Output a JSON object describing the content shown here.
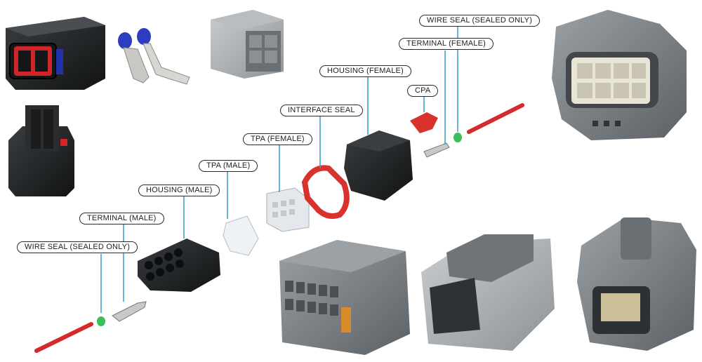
{
  "labels": {
    "wire_seal_female": "WIRE SEAL (SEALED ONLY)",
    "terminal_female": "TERMINAL (FEMALE)",
    "housing_female": "HOUSING (FEMALE)",
    "cpa": "CPA",
    "interface_seal": "INTERFACE SEAL",
    "tpa_female": "TPA (FEMALE)",
    "tpa_male": "TPA (MALE)",
    "housing_male": "HOUSING (MALE)",
    "terminal_male": "TERMINAL (MALE)",
    "wire_seal_male": "WIRE SEAL (SEALED ONLY)"
  },
  "colors": {
    "leader_line": "#3aa6c9",
    "label_border": "#2a2a2a",
    "wire_red": "#d42a2a",
    "seal_green": "#3bbf5a",
    "housing_black": "#1e2022",
    "housing_grey": "#6f7478",
    "cpa_red": "#d9312b",
    "tpa_white": "#e4e8ec",
    "blue_seal": "#2c3dbf"
  }
}
